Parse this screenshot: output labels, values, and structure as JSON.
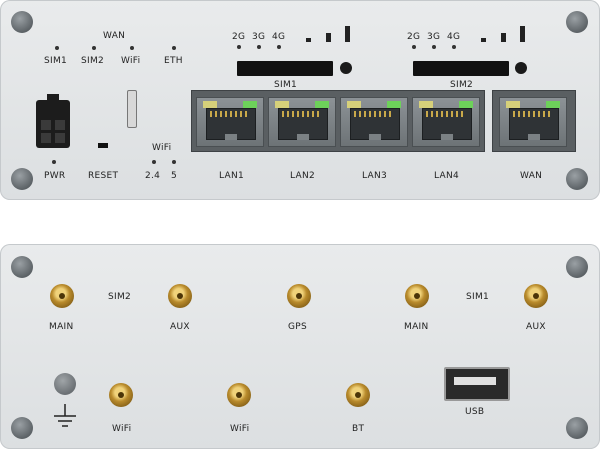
{
  "front": {
    "wan_header": "WAN",
    "led_labels": [
      "SIM1",
      "SIM2",
      "WiFi",
      "ETH"
    ],
    "pwr": "PWR",
    "reset": "RESET",
    "wifi_header": "WiFi",
    "wifi_bands": [
      "2.4",
      "5"
    ],
    "sim1": {
      "label": "SIM1",
      "signal": [
        "2G",
        "3G",
        "4G"
      ]
    },
    "sim2": {
      "label": "SIM2",
      "signal": [
        "2G",
        "3G",
        "4G"
      ]
    },
    "ports": [
      "LAN1",
      "LAN2",
      "LAN3",
      "LAN4",
      "WAN"
    ]
  },
  "back": {
    "top_row": [
      {
        "label": "MAIN"
      },
      {
        "label": "AUX"
      },
      {
        "label": "GPS"
      },
      {
        "label": "MAIN"
      },
      {
        "label": "AUX"
      }
    ],
    "sim_groups": [
      "SIM2",
      "SIM1"
    ],
    "bottom_row": [
      {
        "label": "WiFi"
      },
      {
        "label": "WiFi"
      },
      {
        "label": "BT"
      }
    ],
    "usb": "USB",
    "ground_icon": "ground-icon"
  }
}
